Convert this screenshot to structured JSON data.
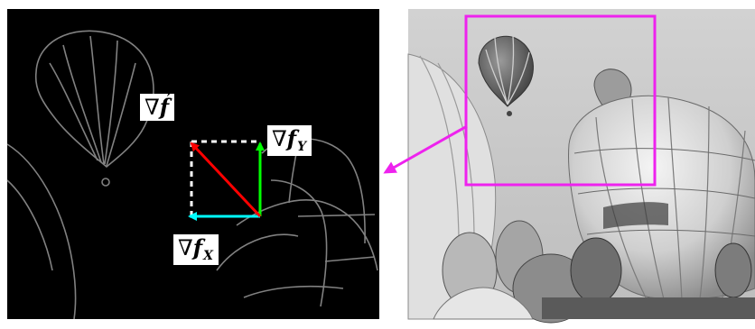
{
  "labels": {
    "gradient": {
      "symbol": "∇",
      "var": "f"
    },
    "gradient_y": {
      "symbol": "∇",
      "var": "f",
      "sub": "Y"
    },
    "gradient_x": {
      "symbol": "∇",
      "var": "f",
      "sub": "X"
    }
  },
  "colors": {
    "gradient_vector": "#ff0000",
    "gradient_y": "#00ff00",
    "gradient_x": "#00ffff",
    "crop_box": "#ee22ee",
    "edge_background": "#000000",
    "dashed_lines": "#ffffff"
  },
  "icons": {
    "crop_arrow": "arrow-left-icon"
  }
}
